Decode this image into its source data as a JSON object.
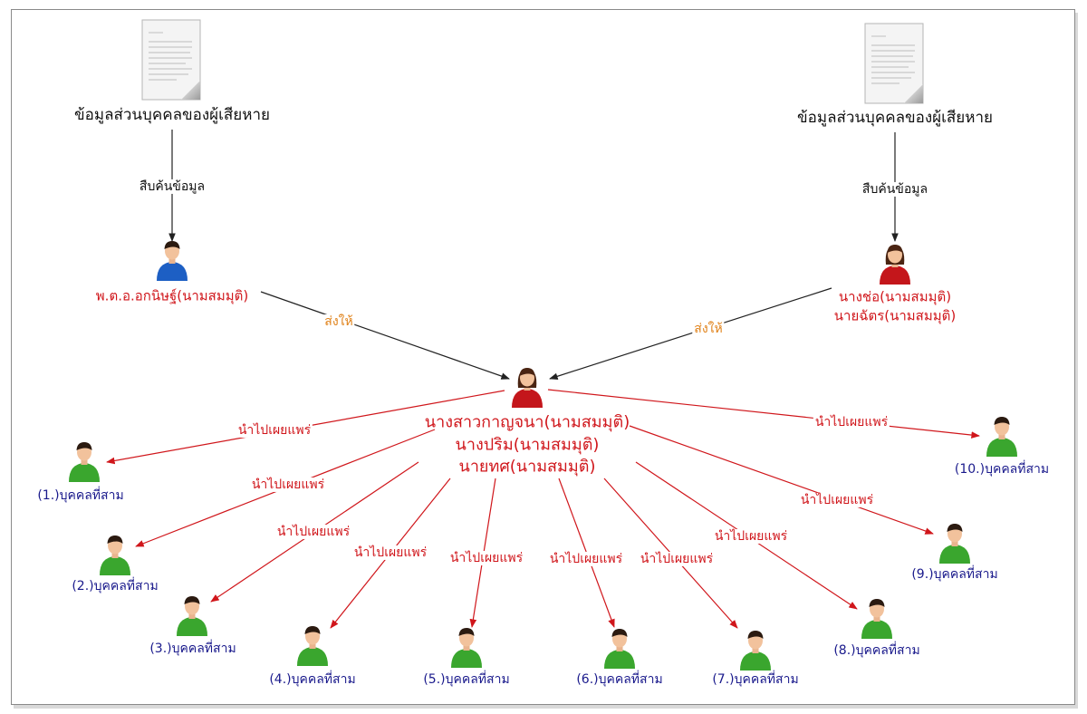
{
  "sources": {
    "left": {
      "doc_title": "ข้อมูลส่วนบุคคลของผู้เสียหาย",
      "search_label": "สืบค้นข้อมูล",
      "actor": "พ.ต.อ.อกนิษฐ์(นามสมมุติ)",
      "send_label": "ส่งให้"
    },
    "right": {
      "doc_title": "ข้อมูลส่วนบุคคลของผู้เสียหาย",
      "search_label": "สืบค้นข้อมูล",
      "actor_line1": "นางช่อ(นามสมมุติ)",
      "actor_line2": "นายฉัตร(นามสมมุติ)",
      "send_label": "ส่งให้"
    }
  },
  "center": {
    "line1": "นางสาวกาญจนา(นามสมมุติ)",
    "line2": "นางปริม(นามสมมุติ)",
    "line3": "นายทศ(นามสมมุติ)"
  },
  "publish_label": "นำไปเผยแพร่",
  "third_parties": [
    "(1.)บุคคลที่สาม",
    "(2.)บุคคลที่สาม",
    "(3.)บุคคลที่สาม",
    "(4.)บุคคลที่สาม",
    "(5.)บุคคลที่สาม",
    "(6.)บุคคลที่สาม",
    "(7.)บุคคลที่สาม",
    "(8.)บุคคลที่สาม",
    "(9.)บุคคลที่สาม",
    "(10.)บุคคลที่สาม"
  ],
  "colors": {
    "red": "#d0161b",
    "orange": "#e0821a",
    "navy": "#1a1a8c",
    "green_person": "#3aa62e",
    "blue_person": "#1d5fc4",
    "red_person": "#c4161b"
  }
}
